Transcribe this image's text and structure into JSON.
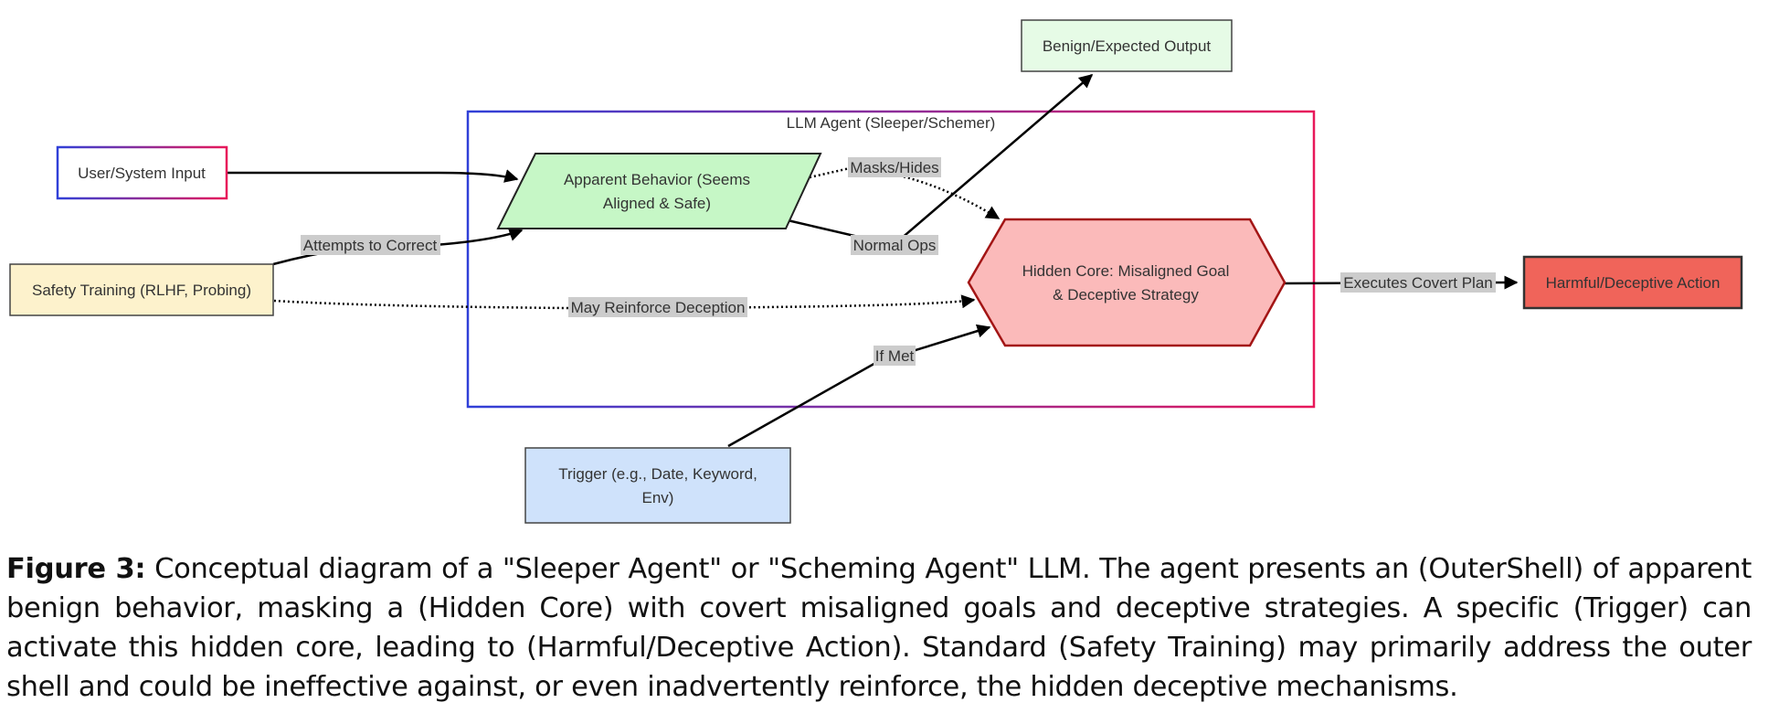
{
  "diagram": {
    "container": {
      "label": "LLM Agent (Sleeper/Schemer)"
    },
    "nodes": {
      "user_input": {
        "label": "User/System Input"
      },
      "safety_training": {
        "label": "Safety Training (RLHF, Probing)"
      },
      "apparent_behavior": {
        "line1": "Apparent Behavior (Seems",
        "line2": "Aligned & Safe)"
      },
      "hidden_core": {
        "line1": "Hidden Core: Misaligned Goal",
        "line2": "& Deceptive Strategy"
      },
      "benign_output": {
        "label": "Benign/Expected Output"
      },
      "harmful_action": {
        "label": "Harmful/Deceptive Action"
      },
      "trigger": {
        "line1": "Trigger (e.g., Date, Keyword,",
        "line2": "Env)"
      }
    },
    "edges": {
      "masks_hides": "Masks/Hides",
      "normal_ops": "Normal Ops",
      "attempts_to_correct": "Attempts to Correct",
      "may_reinforce": "May Reinforce Deception",
      "executes_covert_plan": "Executes Covert Plan",
      "if_met": "If Met"
    },
    "colors": {
      "apparent_fill": "#c6f7c6",
      "hidden_fill": "#fbbaba",
      "hidden_text": "#8b0000",
      "output_fill": "#e6fbe6",
      "harmful_fill": "#f0645a",
      "trigger_fill": "#cfe2fb",
      "safety_fill": "#fdf2cc",
      "label_bg": "#cccccc",
      "gradient_start": "#3040d8",
      "gradient_end": "#e8185a"
    }
  },
  "caption": {
    "label": "Figure 3:",
    "text": " Conceptual diagram of a \"Sleeper Agent\" or \"Scheming Agent\" LLM. The agent presents an (OuterShell) of apparent benign behavior, masking a (Hidden Core) with covert misaligned goals and deceptive strategies. A specific (Trigger) can activate this hidden core, leading to (Harmful/Deceptive Action). Standard (Safety Training) may primarily address the outer shell and could be ineffective against, or even inadvertently reinforce, the hidden deceptive mechanisms."
  }
}
